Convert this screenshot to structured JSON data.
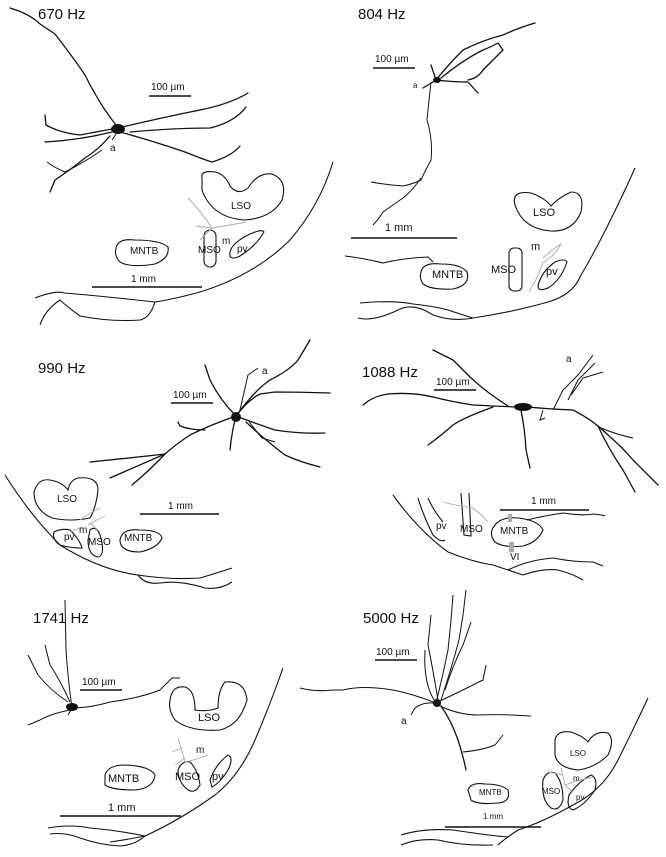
{
  "figure": {
    "panels": [
      {
        "frequency": "670 Hz",
        "scale_small": "100 µm",
        "scale_large": "1 mm",
        "axon_label": "a",
        "nuclei": {
          "lso": "LSO",
          "mso": "MSO",
          "mntb": "MNTB",
          "pv": "pv",
          "m": "m"
        }
      },
      {
        "frequency": "804 Hz",
        "scale_small": "100 µm",
        "scale_large": "1 mm",
        "axon_label": "a",
        "nuclei": {
          "lso": "LSO",
          "mso": "MSO",
          "mntb": "MNTB",
          "pv": "pv",
          "m": "m"
        }
      },
      {
        "frequency": "990 Hz",
        "scale_small": "100 µm",
        "scale_large": "1 mm",
        "axon_label": "a",
        "nuclei": {
          "lso": "LSO",
          "mso": "MSO",
          "mntb": "MNTB",
          "pv": "pv",
          "m": "m"
        }
      },
      {
        "frequency": "1088 Hz",
        "scale_small": "100 µm",
        "scale_large": "1 mm",
        "axon_label": "a",
        "nuclei": {
          "mso": "MSO",
          "mntb": "MNTB",
          "pv": "pv",
          "vl": "VI"
        }
      },
      {
        "frequency": "1741 Hz",
        "scale_small": "100 µm",
        "scale_large": "1 mm",
        "nuclei": {
          "lso": "LSO",
          "mso": "MSO",
          "mntb": "MNTB",
          "pv": "pv",
          "m": "m"
        }
      },
      {
        "frequency": "5000 Hz",
        "scale_small": "100 µm",
        "scale_large": "1 mm",
        "axon_label": "a",
        "nuclei": {
          "lso": "LSO",
          "mso": "MSO",
          "mntb": "MNTB",
          "pv": "pv",
          "m": "m"
        }
      }
    ]
  }
}
